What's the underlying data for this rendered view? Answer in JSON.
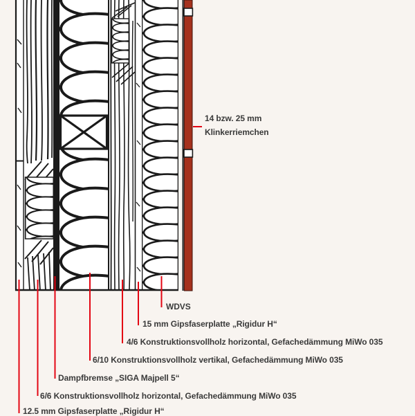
{
  "colors": {
    "background": "#f8f4f0",
    "ink": "#1a1a1a",
    "leader_red": "#e30613",
    "brick_red": "#a5311d",
    "brick_edge": "#40120a",
    "label_text": "#3a3a3a"
  },
  "klinker_label": {
    "line1": "14 bzw. 25 mm",
    "line2": "Klinkerriemchen"
  },
  "callouts": [
    {
      "text": "WDVS"
    },
    {
      "text": "15 mm Gipsfaserplatte „Rigidur H“"
    },
    {
      "text": "4/6 Konstruktionsvollholz horizontal, Gefachedämmung MiWo 035"
    },
    {
      "text": "6/10 Konstruktionsvollholz vertikal, Gefachedämmung MiWo 035"
    },
    {
      "text": "Dampfbremse „SIGA Majpell 5“"
    },
    {
      "text": "6/6 Konstruktionsvollholz horizontal, Gefachedämmung MiWo 035"
    },
    {
      "text": "12.5 mm Gipsfaserplatte „Rigidur H“"
    }
  ]
}
